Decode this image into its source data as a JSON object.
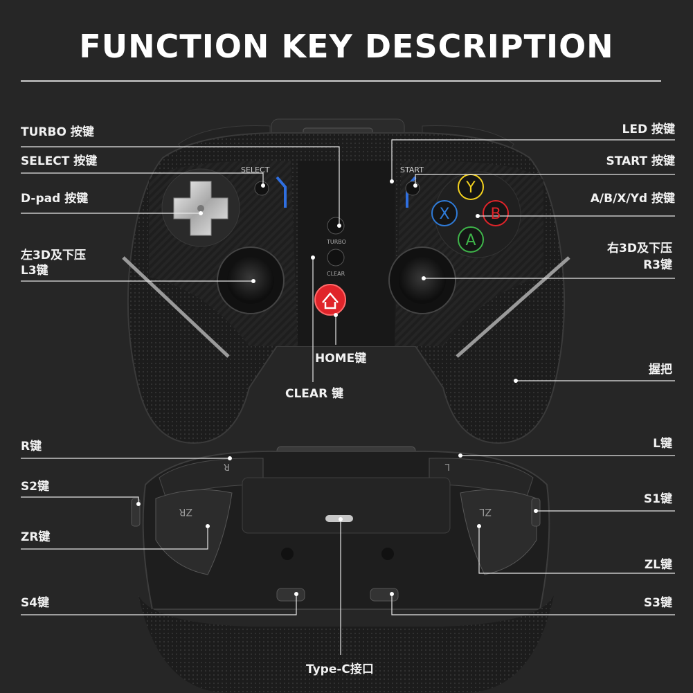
{
  "title": "FUNCTION KEY DESCRIPTION",
  "left_labels": {
    "turbo": "TURBO 按键",
    "select": "SELECT 按键",
    "dpad": "D-pad 按键",
    "l3_line1": "左3D及下压",
    "l3_line2": "L3键",
    "r_key": "R键",
    "s2": "S2键",
    "zr": "ZR键",
    "s4": "S4键"
  },
  "right_labels": {
    "led": "LED 按键",
    "start": "START 按键",
    "abxy": "A/B/X/Yd 按键",
    "r3_line1": "右3D及下压",
    "r3_line2": "R3键",
    "grip": "握把",
    "l_key": "L键",
    "s1": "S1键",
    "zl": "ZL键",
    "s3": "S3键"
  },
  "center_labels": {
    "home": "HOME键",
    "clear": "CLEAR 键",
    "typec": "Type-C接口"
  },
  "printed_on_device": {
    "select": "SELECT",
    "start": "START",
    "turbo": "TURBO",
    "clear": "CLEAR",
    "y": "Y",
    "b": "B",
    "x": "X",
    "a": "A",
    "r": "R",
    "zr": "ZR",
    "l": "L",
    "zl": "ZL"
  },
  "colors": {
    "background": "#262626",
    "body": "#1b1b1b",
    "home_button": "#e0242a",
    "y": "#f4d21f",
    "b": "#e0242a",
    "x": "#2f7bd8",
    "a": "#3fb54a",
    "led": "#2f6fe0"
  }
}
